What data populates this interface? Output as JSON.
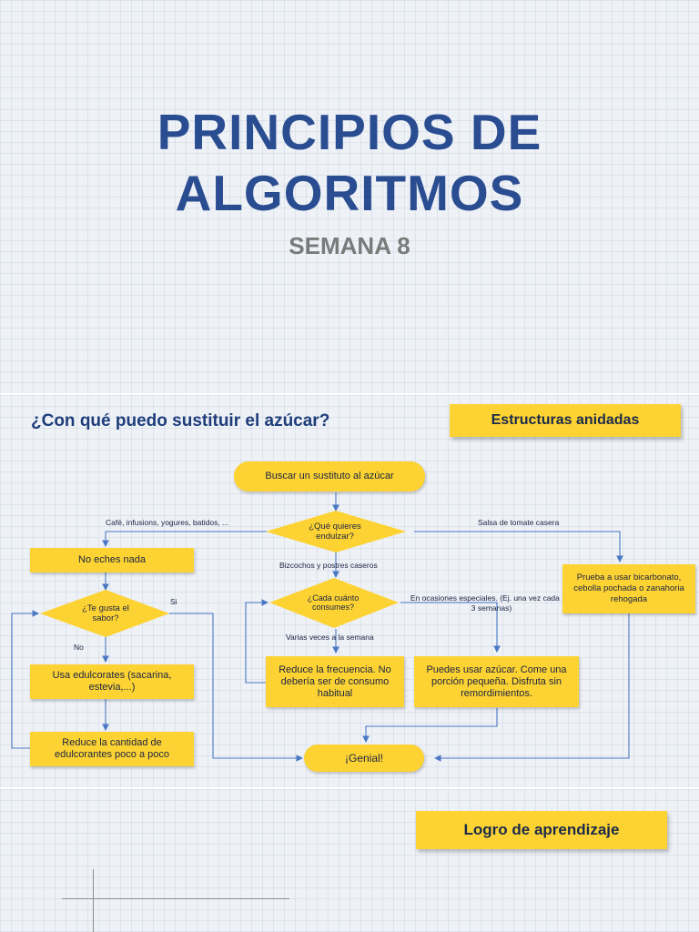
{
  "slide1": {
    "title_line1": "PRINCIPIOS DE",
    "title_line2": "ALGORITMOS",
    "subtitle": "SEMANA 8"
  },
  "slide2": {
    "question": "¿Con qué puedo sustituir el azúcar?",
    "tag": "Estructuras anidadas",
    "flow": {
      "start": "Buscar un sustituto al azúcar",
      "decision_endulzar": "¿Qué quieres endulzar?",
      "label_cafe": "Café, infusions, yogures, batidos, ...",
      "label_salsa": "Salsa de tomate casera",
      "label_bizcochos": "Bizcochos y postres caseros",
      "no_eches": "No eches nada",
      "decision_sabor": "¿Te gusta el sabor?",
      "label_si": "Si",
      "label_no": "No",
      "edulcorates": "Usa edulcorates (sacarina, estevia,...)",
      "reduce_cantidad": "Reduce la cantidad de edulcorantes poco a poco",
      "decision_cada": "¿Cada cuánto consumes?",
      "label_ocasiones": "En ocasiones especiales. (Ej. una vez cada 2 o 3 semanas)",
      "label_varias": "Varias veces a la semana",
      "reduce_frecuencia": "Reduce la frecuencia. No debería ser de consumo habitual",
      "puedes_usar": "Puedes usar azúcar. Come una porción pequeña. Disfruta sin remordimientos.",
      "prueba": "Prueba a usar bicarbonato, cebolla pochada o zanahoria rehogada",
      "genial": "¡Genial!"
    }
  },
  "slide3": {
    "tag": "Logro de aprendizaje"
  },
  "colors": {
    "title_blue": "#2a4d91",
    "box_yellow": "#fdd333",
    "connector_blue": "#4a78c4",
    "subtitle_gray": "#7a7a7a"
  }
}
